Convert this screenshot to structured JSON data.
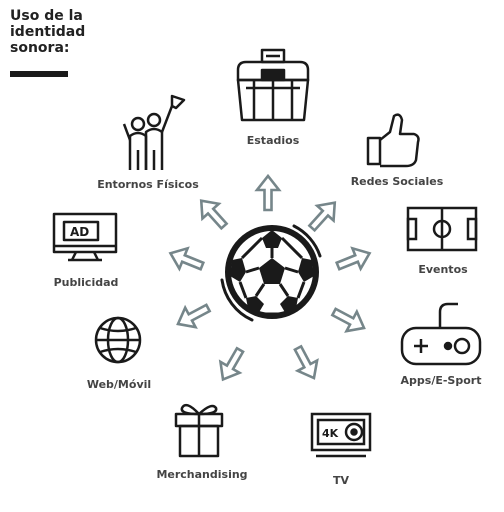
{
  "title": {
    "line1": "Uso de la",
    "line2": "identidad",
    "line3": "sonora:"
  },
  "center": {
    "icon": "soccer-ball-icon"
  },
  "nodes": [
    {
      "label": "Estadios",
      "icon": "stadium-icon"
    },
    {
      "label": "Redes Sociales",
      "icon": "thumbs-up-icon"
    },
    {
      "label": "Eventos",
      "icon": "football-field-icon"
    },
    {
      "label": "Apps/E-Sport",
      "icon": "gamepad-icon"
    },
    {
      "label": "TV",
      "icon": "tv-4k-icon"
    },
    {
      "label": "Merchandising",
      "icon": "gift-box-icon"
    },
    {
      "label": "Web/Móvil",
      "icon": "globe-icon"
    },
    {
      "label": "Publicidad",
      "icon": "billboard-ad-icon"
    },
    {
      "label": "Entornos Físicos",
      "icon": "fans-flag-icon"
    }
  ],
  "ad_text": "AD",
  "tv_text": "4K",
  "colors": {
    "arrow": "#76868a",
    "icon": "#1a1a1a",
    "text": "#444444"
  }
}
